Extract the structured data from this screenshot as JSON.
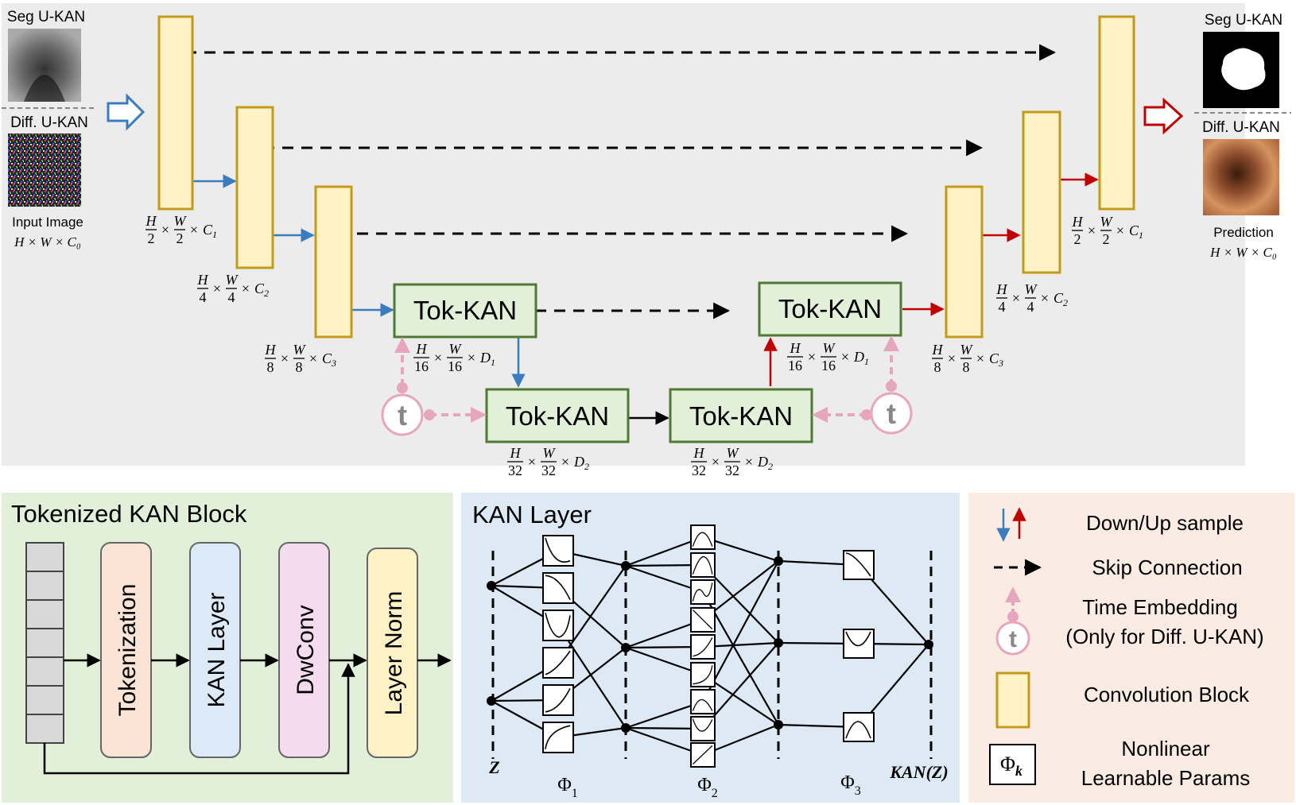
{
  "top": {
    "input": {
      "seg_label": "Seg U-KAN",
      "diff_label": "Diff. U-KAN",
      "caption": "Input Image",
      "dims": "H × W × C₀"
    },
    "output": {
      "seg_label": "Seg U-KAN",
      "diff_label": "Diff. U-KAN",
      "caption": "Prediction",
      "dims": "H × W × C₀"
    },
    "tokkan_label": "Tok-KAN",
    "time_symbol": "t",
    "dims": {
      "c1": {
        "h_num": "H",
        "h_den": "2",
        "w_num": "W",
        "w_den": "2",
        "ch": "C",
        "sub": "1"
      },
      "c2": {
        "h_num": "H",
        "h_den": "4",
        "w_num": "W",
        "w_den": "4",
        "ch": "C",
        "sub": "2"
      },
      "c3": {
        "h_num": "H",
        "h_den": "8",
        "w_num": "W",
        "w_den": "8",
        "ch": "C",
        "sub": "3"
      },
      "d1": {
        "h_num": "H",
        "h_den": "16",
        "w_num": "W",
        "w_den": "16",
        "ch": "D",
        "sub": "1"
      },
      "d2": {
        "h_num": "H",
        "h_den": "32",
        "w_num": "W",
        "w_den": "32",
        "ch": "D",
        "sub": "2"
      },
      "times": "×"
    }
  },
  "tok_block": {
    "title": "Tokenized KAN Block",
    "steps": [
      "Tokenization",
      "KAN Layer",
      "DwConv",
      "Layer Norm"
    ]
  },
  "kan_layer": {
    "title": "KAN Layer",
    "input_label": "Z",
    "output_label": "KAN(Z)",
    "phi_labels": [
      "Φ",
      "Φ",
      "Φ"
    ],
    "phi_subs": [
      "1",
      "2",
      "3"
    ]
  },
  "legend": {
    "items": [
      "Down/Up sample",
      "Skip Connection",
      "Time Embedding",
      "(Only for Diff. U-KAN)",
      "Convolution Block",
      "Nonlinear",
      "Learnable Params"
    ],
    "phi_symbol": "Φ",
    "phi_sub": "k",
    "time_symbol": "t"
  },
  "colors": {
    "conv_fill": "#fff2c6",
    "conv_stroke": "#c49a1a",
    "tok_fill": "#e2efd9",
    "tok_stroke": "#4e7a33",
    "blue": "#3a7dbf",
    "red": "#c00000",
    "pink": "#e6a6bd",
    "top_bg": "#ececec",
    "panel1_bg": "#e2efd9",
    "panel2_bg": "#ddeaf6",
    "panel3_bg": "#fbece3",
    "tokenization_fill": "#fbe3d6",
    "kanlayer_fill": "#dce9f6",
    "dwconv_fill": "#f4dcee",
    "layernorm_fill": "#fff2c6"
  }
}
